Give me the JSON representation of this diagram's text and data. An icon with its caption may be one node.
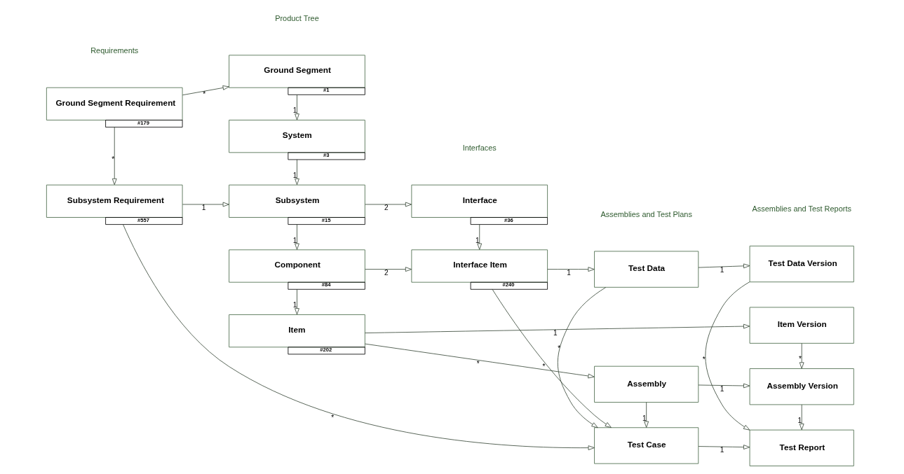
{
  "diagram": {
    "nodes": [
      {
        "text": [
          "Ground Segment Requirement"
        ],
        "beside": [
          "#179"
        ]
      },
      {
        "text": [
          "Ground Segment"
        ],
        "beside": [
          "#1"
        ]
      },
      {
        "text": [
          "System"
        ],
        "beside": [
          "#3"
        ]
      },
      {
        "text": [
          "Subsystem Requirement"
        ],
        "beside": [
          "#557"
        ]
      },
      {
        "text": [
          "Subsystem"
        ],
        "beside": [
          "#15"
        ]
      },
      {
        "text": [
          "Interface"
        ],
        "beside": [
          "#36"
        ]
      },
      {
        "text": [
          "Component"
        ],
        "beside": [
          "#84"
        ]
      },
      {
        "text": [
          "Interface Item"
        ],
        "beside": [
          "#240"
        ]
      },
      {
        "text": [
          "Item"
        ],
        "beside": [
          "#202"
        ]
      },
      {
        "text": [
          "Assembly"
        ]
      },
      {
        "text": [
          "Test Case"
        ]
      },
      {
        "text": [
          "Test Data"
        ]
      },
      {
        "text": [
          "Assembly Version"
        ]
      },
      {
        "text": [
          "Test Report"
        ]
      },
      {
        "text": [
          "Test Data Version"
        ]
      },
      {
        "text": [
          "Item Version"
        ]
      }
    ],
    "edges": [
      {
        "from": 0,
        "to": 1,
        "arrow": "to",
        "label": "*"
      },
      {
        "from": 0,
        "to": 3,
        "arrow": "to",
        "label": "*"
      },
      {
        "from": 1,
        "to": 2,
        "arrow": "to",
        "label": "1"
      },
      {
        "from": 2,
        "to": 4,
        "arrow": "to",
        "label": "1"
      },
      {
        "from": 3,
        "to": 4,
        "arrow": "to",
        "label": "1"
      },
      {
        "from": 4,
        "to": 5,
        "arrow": "to",
        "label": "2"
      },
      {
        "from": 4,
        "to": 6,
        "arrow": "to",
        "label": "1"
      },
      {
        "from": 3,
        "to": 10,
        "arrow": "to",
        "label": "*"
      },
      {
        "from": 5,
        "to": 7,
        "arrow": "to",
        "label": "1"
      },
      {
        "from": 6,
        "to": 7,
        "arrow": "to",
        "label": "2"
      },
      {
        "from": 6,
        "to": 8,
        "arrow": "to",
        "label": "1"
      },
      {
        "from": 7,
        "to": 10,
        "arrow": "to",
        "label": "*"
      },
      {
        "from": 7,
        "to": 11,
        "arrow": "to",
        "label": "1"
      },
      {
        "from": 8,
        "to": 9,
        "arrow": "to",
        "label": "*"
      },
      {
        "from": 8,
        "to": 15,
        "arrow": "to",
        "label": "1"
      },
      {
        "from": 9,
        "to": 12,
        "arrow": "to",
        "label": "1"
      },
      {
        "from": 9,
        "to": 10,
        "arrow": "to",
        "label": "1"
      },
      {
        "from": 12,
        "to": 13,
        "arrow": "to",
        "label": "1"
      },
      {
        "from": 10,
        "to": 13,
        "arrow": "to",
        "label": "1"
      },
      {
        "from": 11,
        "to": 10,
        "arrow": "to",
        "label": "*"
      },
      {
        "from": 11,
        "to": 14,
        "arrow": "to",
        "label": "1"
      },
      {
        "from": 14,
        "to": 13,
        "arrow": "to",
        "label": "*"
      },
      {
        "from": 15,
        "to": 12,
        "arrow": "to",
        "label": "*"
      }
    ],
    "labels": [
      "Requirements",
      "Product Tree",
      "Interfaces",
      "Assemblies and Test Plans",
      "Assemblies and Test Reports"
    ]
  }
}
